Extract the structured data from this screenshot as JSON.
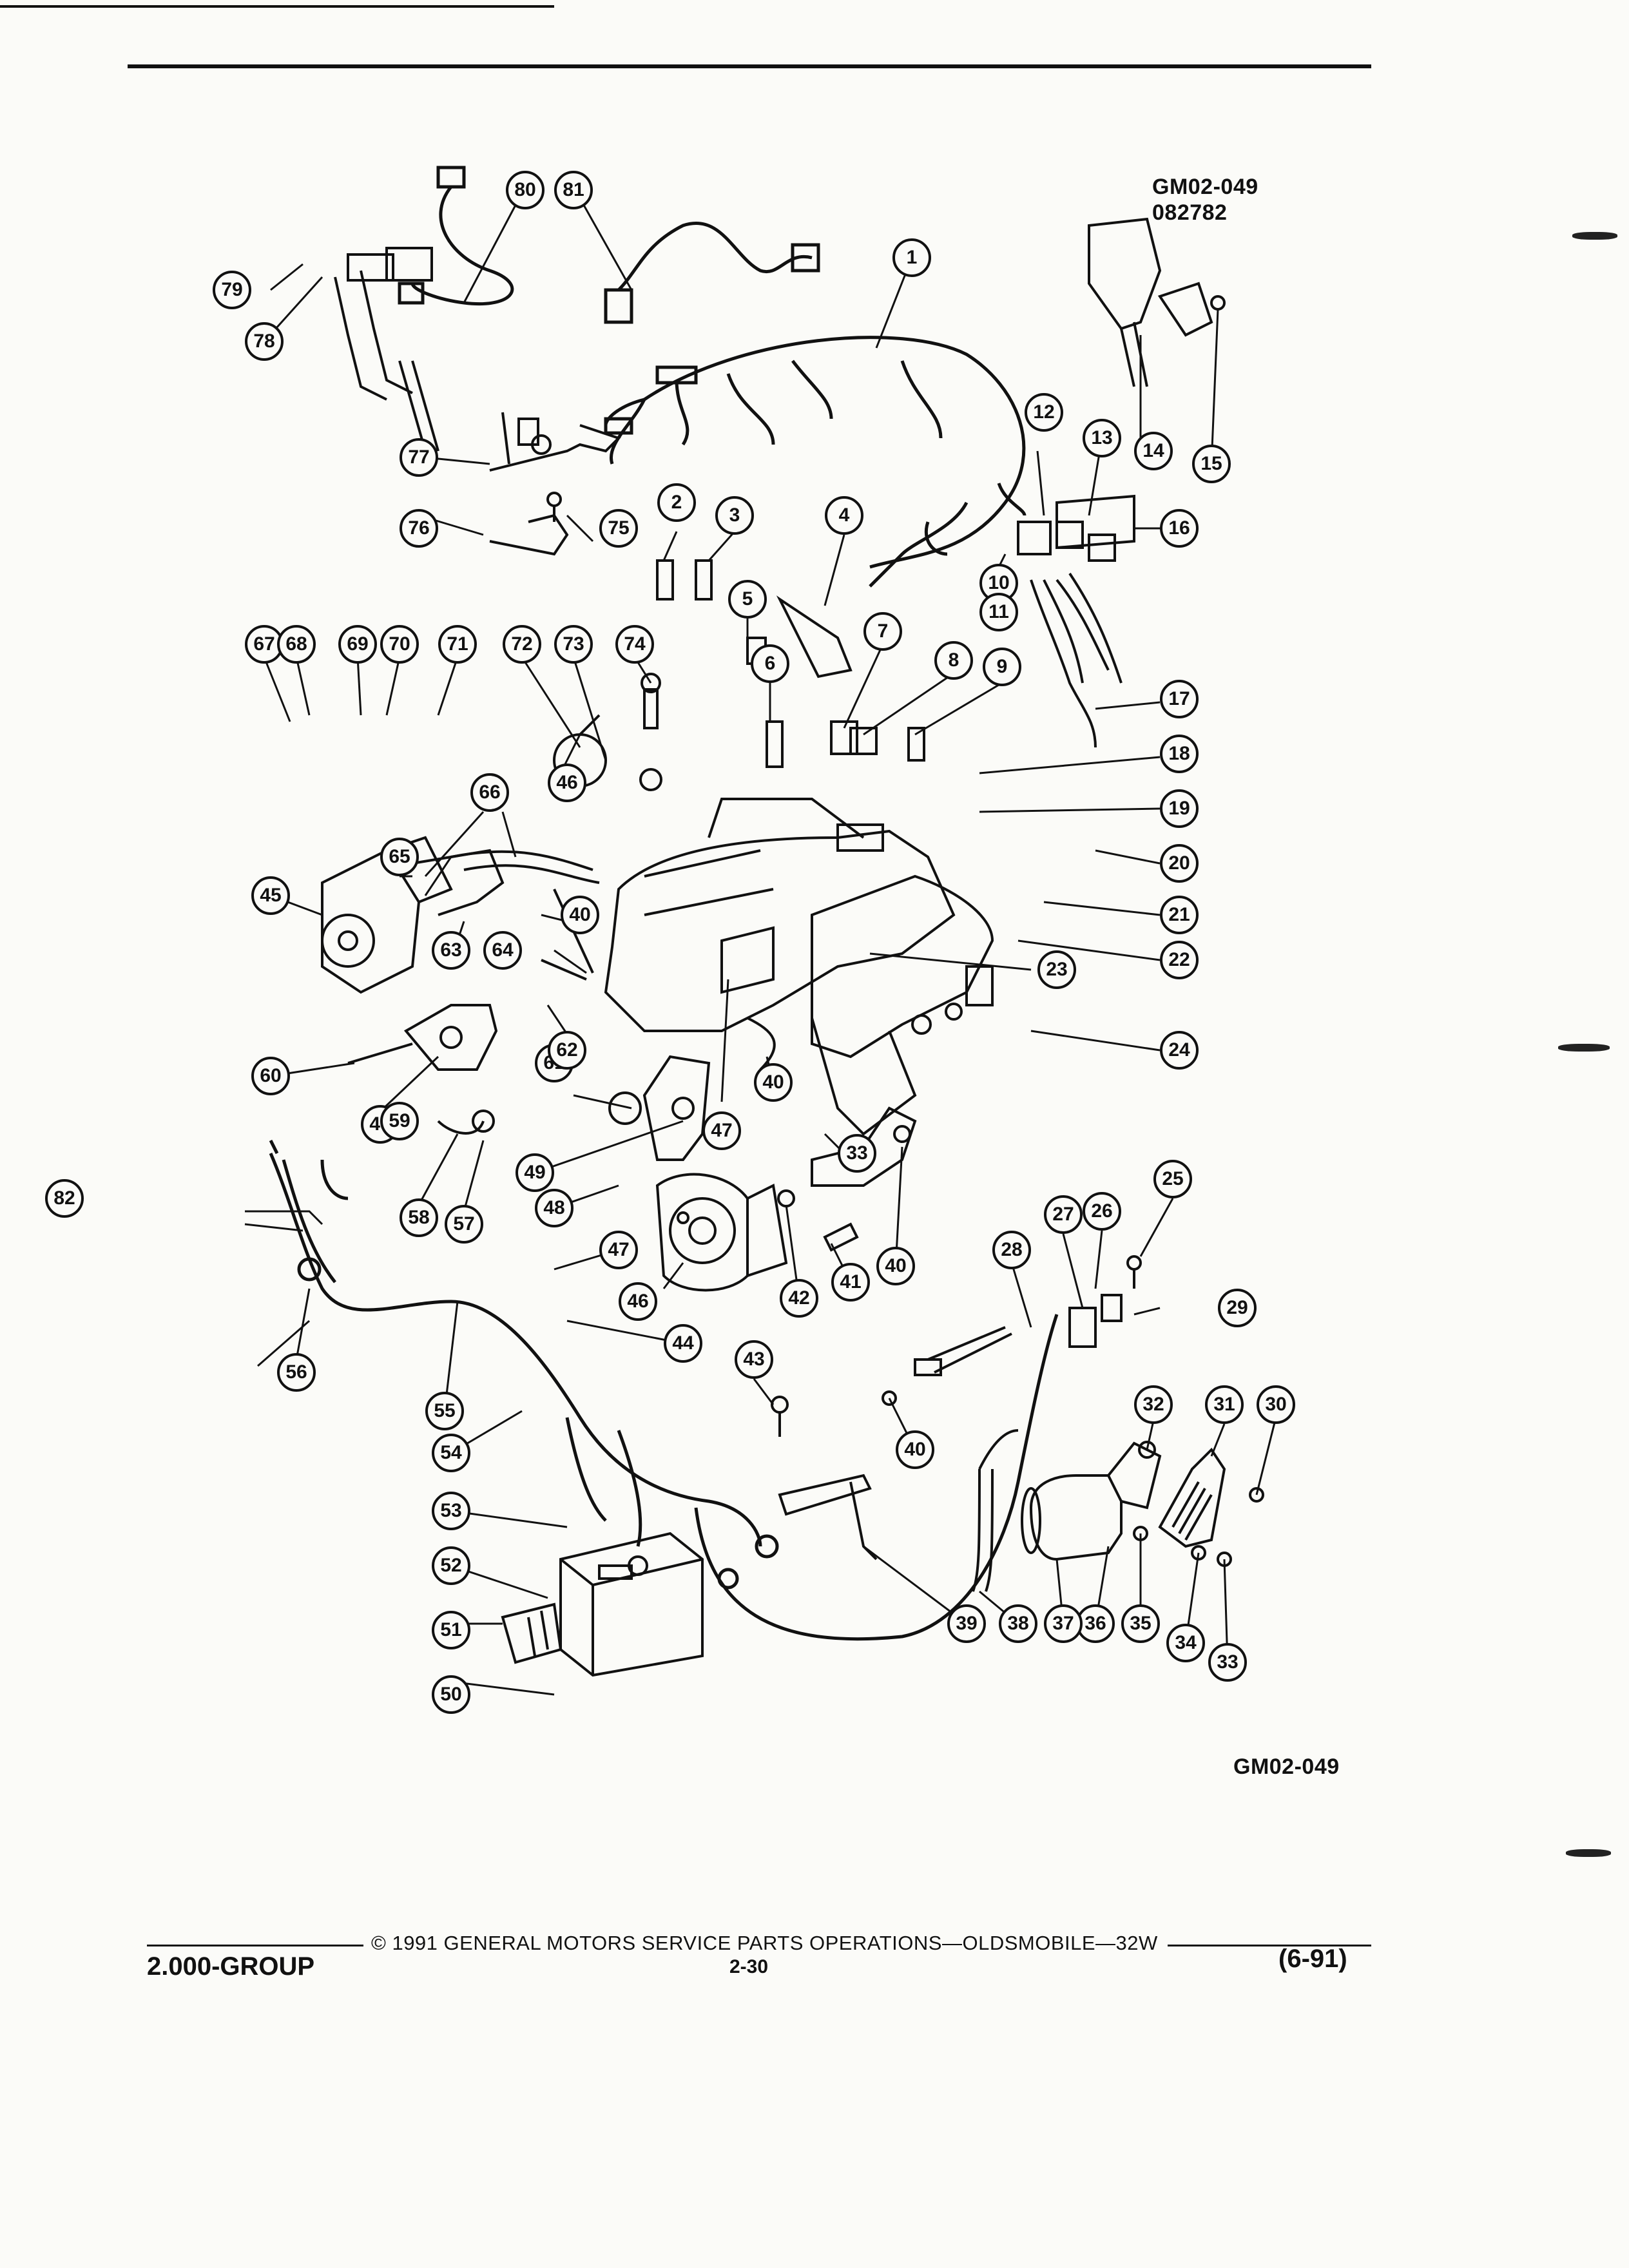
{
  "header": {
    "code_line1": "GM02-049",
    "code_line2": "082782"
  },
  "figure_code": "GM02-049",
  "footer": {
    "copyright": "© 1991 GENERAL MOTORS SERVICE PARTS OPERATIONS—OLDSMOBILE—32W",
    "group": "2.000-GROUP",
    "page": "2-30",
    "date": "(6-91)"
  },
  "callouts": [
    "1",
    "2",
    "3",
    "4",
    "5",
    "6",
    "7",
    "8",
    "9",
    "10",
    "11",
    "12",
    "13",
    "14",
    "15",
    "16",
    "17",
    "18",
    "19",
    "20",
    "21",
    "22",
    "23",
    "24",
    "25",
    "26",
    "27",
    "28",
    "29",
    "30",
    "31",
    "32",
    "33",
    "33",
    "34",
    "35",
    "36",
    "37",
    "38",
    "39",
    "40",
    "40",
    "40",
    "40",
    "41",
    "42",
    "43",
    "44",
    "45",
    "46",
    "46",
    "47",
    "47",
    "48",
    "49",
    "49",
    "50",
    "51",
    "52",
    "53",
    "54",
    "55",
    "56",
    "57",
    "58",
    "59",
    "60",
    "61",
    "62",
    "63",
    "64",
    "65",
    "66",
    "67",
    "68",
    "69",
    "70",
    "71",
    "72",
    "73",
    "74",
    "75",
    "76",
    "77",
    "78",
    "79",
    "80",
    "81",
    "82"
  ]
}
